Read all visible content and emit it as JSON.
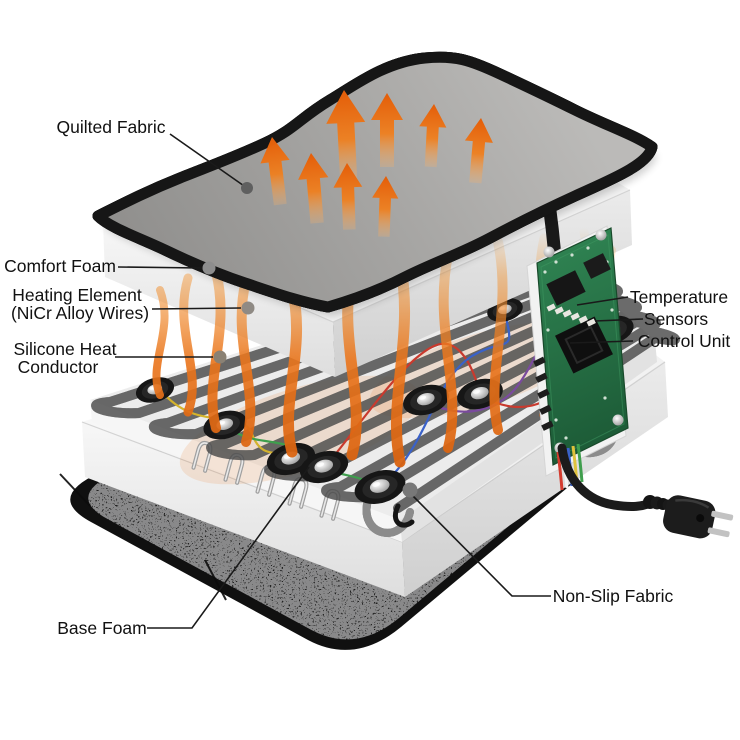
{
  "labels": {
    "quilted_fabric": "Quilted Fabric",
    "comfort_foam": "Comfort Foam",
    "heating_element_line1": "Heating Element",
    "heating_element_line2": "(NiCr Alloy Wires)",
    "silicone_heat_line1": "Silicone Heat",
    "silicone_heat_line2": "Conductor",
    "temperature_sensors_line1": "Temperature",
    "temperature_sensors_line2": "Sensors",
    "control_unit": "Control Unit",
    "non_slip_fabric": "Non-Slip Fabric",
    "base_foam": "Base Foam"
  },
  "colors": {
    "heat_orange": "#e8701a",
    "arrow_orange": "#ee7615",
    "pcb_green": "#2c7a4b",
    "fabric_gray": "#a3a2a0",
    "foam_white": "#f4f4f4",
    "mat_black": "#1f1f1f",
    "wire_silver": "#c9c9c9",
    "label_text": "#111111",
    "background": "#ffffff"
  }
}
